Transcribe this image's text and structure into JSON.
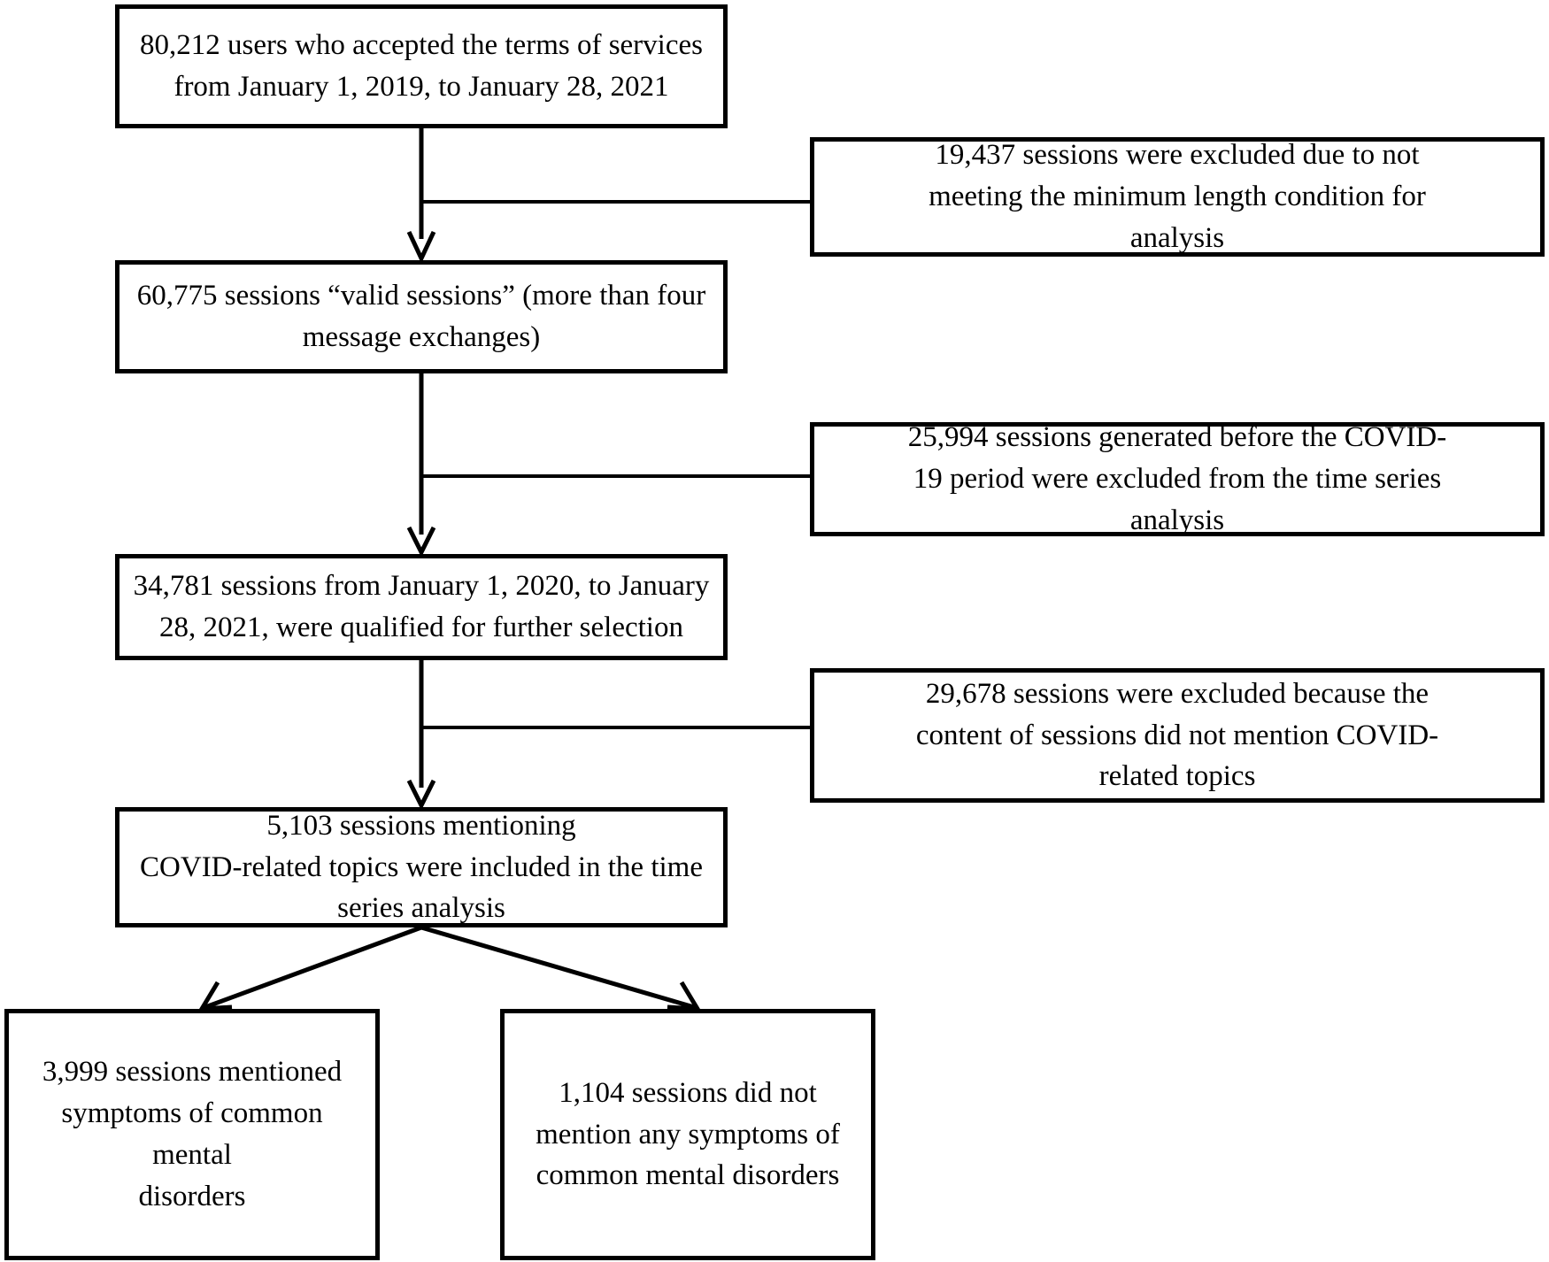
{
  "diagram": {
    "type": "flowchart",
    "title": "Study sample selection flow diagram",
    "line_color": "#000000",
    "background_color": "#ffffff",
    "main_flow": [
      {
        "id": "box-main-1",
        "lines": [
          "80,212 users who accepted the terms of services",
          "from January 1, 2019, to January 28, 2021"
        ],
        "count": "80,212",
        "unit": "users"
      },
      {
        "id": "box-main-2",
        "lines": [
          "60,775 sessions “valid sessions” (more than four",
          "message exchanges)"
        ],
        "count": "60,775",
        "unit": "sessions"
      },
      {
        "id": "box-main-3",
        "lines": [
          "34,781 sessions from January 1, 2020, to January",
          "28, 2021, were qualified for further selection"
        ],
        "count": "34,781",
        "unit": "sessions"
      },
      {
        "id": "box-main-4",
        "lines": [
          "5,103 sessions mentioning",
          "COVID-related topics were included in the time",
          "series analysis"
        ],
        "count": "5,103",
        "unit": "sessions"
      }
    ],
    "exclusions": [
      {
        "id": "box-excl-1",
        "lines": [
          "19,437 sessions were excluded due to not",
          "meeting the minimum length condition for",
          "analysis"
        ],
        "count": "19,437",
        "unit": "sessions"
      },
      {
        "id": "box-excl-2",
        "lines": [
          "25,994 sessions generated before the COVID-",
          "19 period were excluded from the time series",
          "analysis"
        ],
        "count": "25,994",
        "unit": "sessions"
      },
      {
        "id": "box-excl-3",
        "lines": [
          "29,678 sessions were excluded because the",
          "content of sessions did not mention COVID-",
          "related topics"
        ],
        "count": "29,678",
        "unit": "sessions"
      }
    ],
    "outcomes": [
      {
        "id": "box-leaf-1",
        "lines": [
          "3,999 sessions mentioned",
          "symptoms of common mental",
          "disorders"
        ],
        "count": "3,999",
        "unit": "sessions"
      },
      {
        "id": "box-leaf-2",
        "lines": [
          "1,104 sessions did not",
          "mention any symptoms of",
          "common mental disorders"
        ],
        "count": "1,104",
        "unit": "sessions"
      }
    ],
    "connectors": [
      {
        "name": "main-1-to-main-2",
        "kind": "arrow-down"
      },
      {
        "name": "main-1-to-excl-1",
        "kind": "elbow-right"
      },
      {
        "name": "main-2-to-main-3",
        "kind": "arrow-down"
      },
      {
        "name": "main-2-to-excl-2",
        "kind": "elbow-right"
      },
      {
        "name": "main-3-to-main-4",
        "kind": "arrow-down"
      },
      {
        "name": "main-3-to-excl-3",
        "kind": "elbow-right"
      },
      {
        "name": "main-4-to-leaf-1",
        "kind": "arrow-diagonal-left"
      },
      {
        "name": "main-4-to-leaf-2",
        "kind": "arrow-diagonal-right"
      }
    ]
  }
}
